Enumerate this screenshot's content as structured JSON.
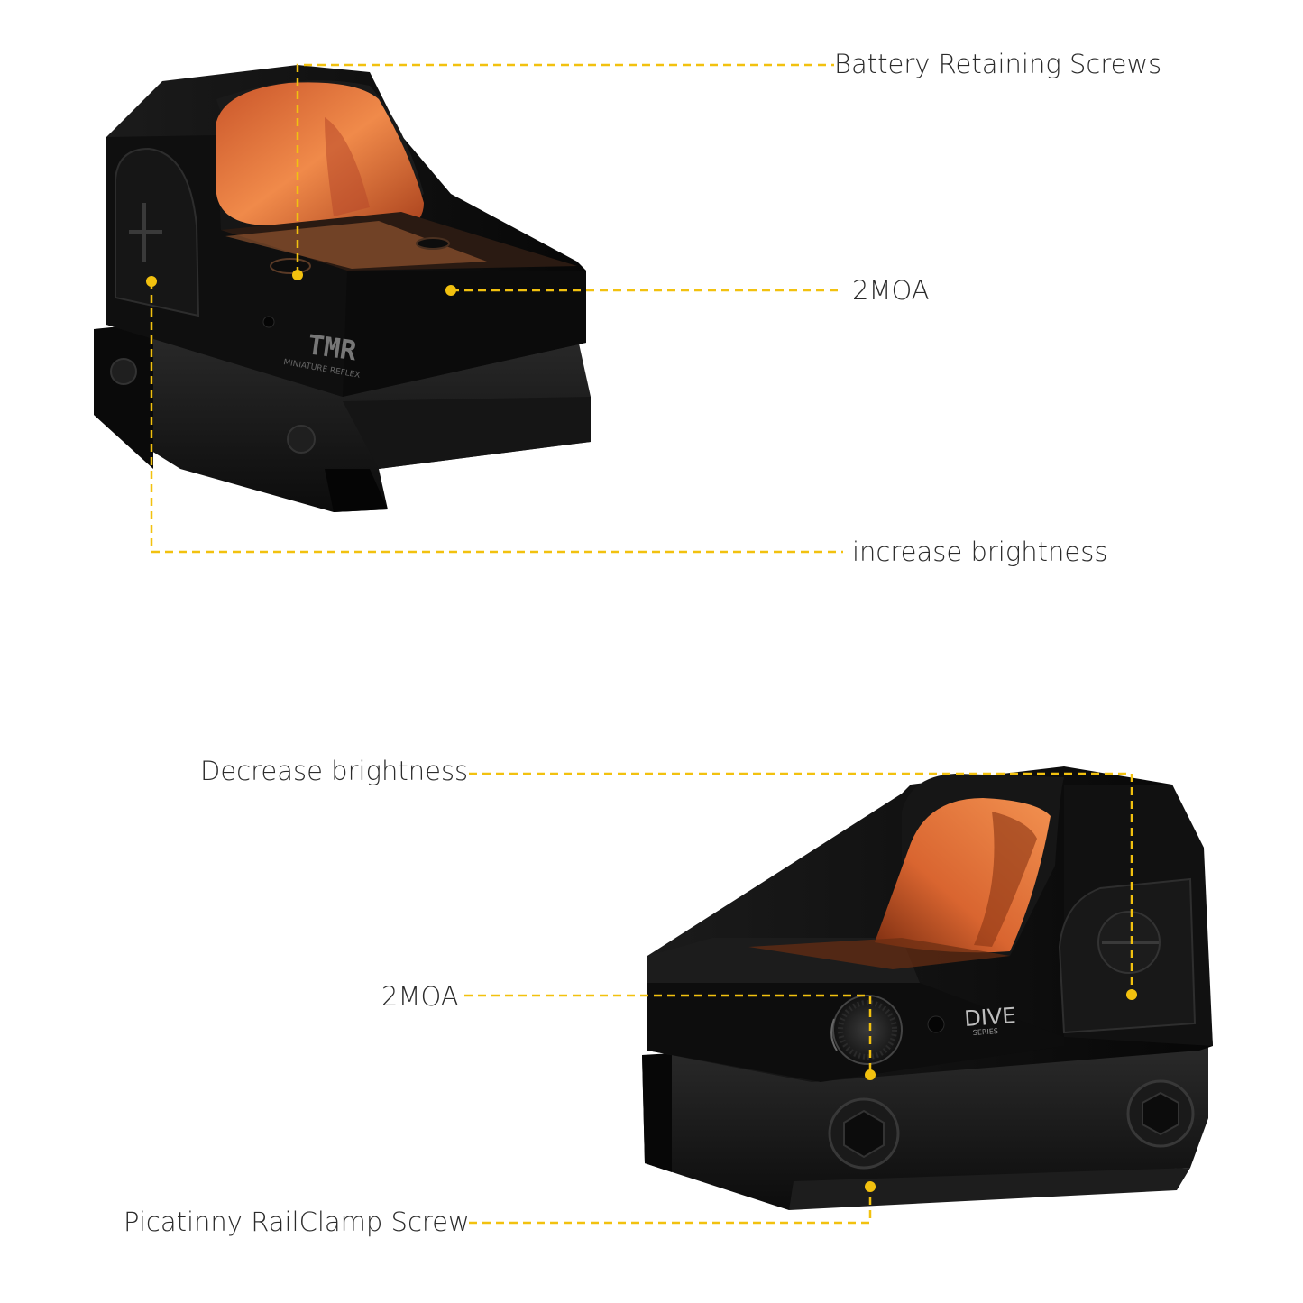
{
  "colors": {
    "leader": "#f2c10f",
    "body": "#121212",
    "lens": "#e8773d",
    "text": "#2b2b2b",
    "background": "#ffffff"
  },
  "top_sight": {
    "model_label": "TMR",
    "model_sublabel": "MINIATURE REFLEX"
  },
  "bottom_sight": {
    "model_label": "DIVE",
    "model_sublabel": "SERIES"
  },
  "callouts": {
    "battery_screws": "Battery Retaining Screws",
    "top_2moa": "2MOA",
    "increase_brightness": "increase brightness",
    "decrease_brightness": "Decrease brightness",
    "bottom_2moa": "2MOA",
    "rail_clamp": "Picatinny RailClamp Screw"
  },
  "icons": {
    "plus": "plus-button-icon",
    "minus": "minus-button-icon"
  }
}
